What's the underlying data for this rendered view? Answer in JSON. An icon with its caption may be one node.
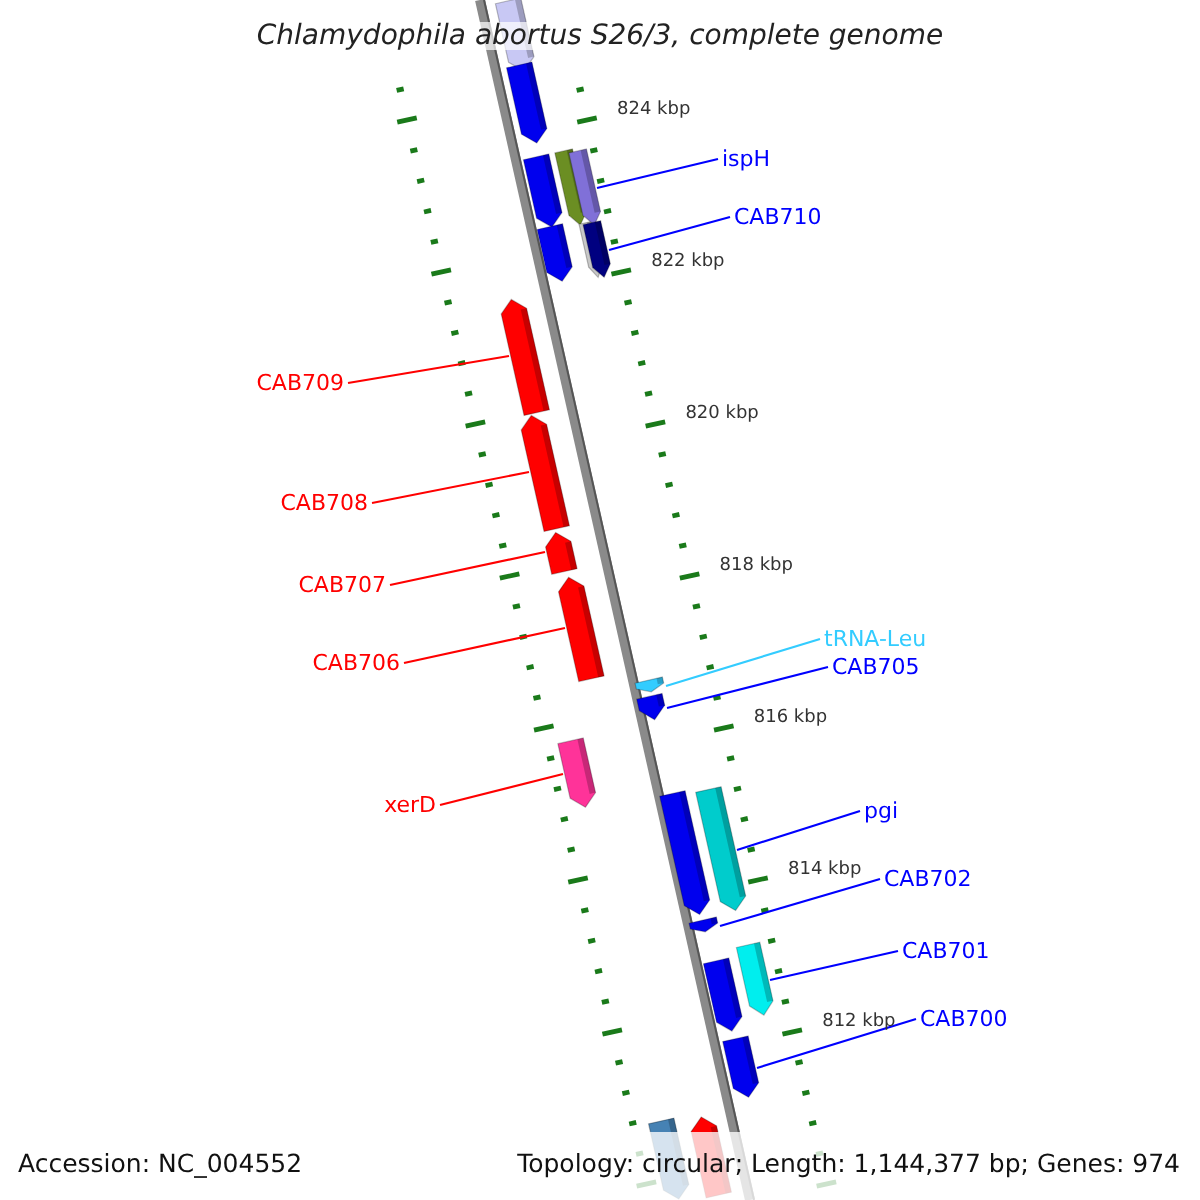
{
  "diagram": {
    "title": "Chlamydophila abortus S26/3, complete genome",
    "nodes": [
      {
        "text": [
          "ispH"
        ]
      },
      {
        "text": [],
        "shape": "arrow"
      },
      {
        "text": [
          "CAB710"
        ]
      },
      {
        "text": [],
        "shape": "arrow"
      },
      {
        "text": [
          "CAB709"
        ]
      },
      {
        "text": [],
        "shape": "arrow"
      },
      {
        "text": [
          "CAB708"
        ]
      },
      {
        "text": [],
        "shape": "arrow"
      },
      {
        "text": [
          "CAB707"
        ]
      },
      {
        "text": [],
        "shape": "arrow"
      },
      {
        "text": [
          "CAB706"
        ]
      },
      {
        "text": [],
        "shape": "arrow"
      },
      {
        "text": [
          "tRNA-Leu"
        ]
      },
      {
        "text": [],
        "shape": "arrow"
      },
      {
        "text": [
          "CAB705"
        ]
      },
      {
        "text": [],
        "shape": "arrow"
      },
      {
        "text": [
          "xerD"
        ]
      },
      {
        "text": [],
        "shape": "arrow"
      },
      {
        "text": [
          "pgi"
        ]
      },
      {
        "text": [],
        "shape": "arrow"
      },
      {
        "text": [
          "CAB702"
        ]
      },
      {
        "text": [],
        "shape": "arrow"
      },
      {
        "text": [
          "CAB701"
        ]
      },
      {
        "text": [],
        "shape": "arrow"
      },
      {
        "text": [
          "CAB700"
        ]
      },
      {
        "text": [],
        "shape": "arrow"
      }
    ],
    "edges": [
      {
        "from": 0,
        "to": 1,
        "arrow": "none"
      },
      {
        "from": 2,
        "to": 3,
        "arrow": "none"
      },
      {
        "from": 4,
        "to": 5,
        "arrow": "none",
        "color": "#ff0000"
      },
      {
        "from": 6,
        "to": 7,
        "arrow": "none",
        "color": "#ff0000"
      },
      {
        "from": 8,
        "to": 9,
        "arrow": "none",
        "color": "#ff0000"
      },
      {
        "from": 10,
        "to": 11,
        "arrow": "none",
        "color": "#ff0000"
      },
      {
        "from": 12,
        "to": 13,
        "arrow": "none",
        "color": "#33ccff"
      },
      {
        "from": 14,
        "to": 15,
        "arrow": "none"
      },
      {
        "from": 16,
        "to": 17,
        "arrow": "none",
        "color": "#ff0000"
      },
      {
        "from": 18,
        "to": 19,
        "arrow": "none"
      },
      {
        "from": 20,
        "to": 21,
        "arrow": "none"
      },
      {
        "from": 22,
        "to": 23,
        "arrow": "none"
      },
      {
        "from": 24,
        "to": 25,
        "arrow": "none"
      }
    ],
    "labels": [
      "824 kbp",
      "822 kbp",
      "820 kbp",
      "818 kbp",
      "816 kbp",
      "814 kbp",
      "812 kbp",
      "Accession: NC_004552",
      "Topology: circular; Length: 1,144,377 bp; Genes: 974"
    ]
  }
}
